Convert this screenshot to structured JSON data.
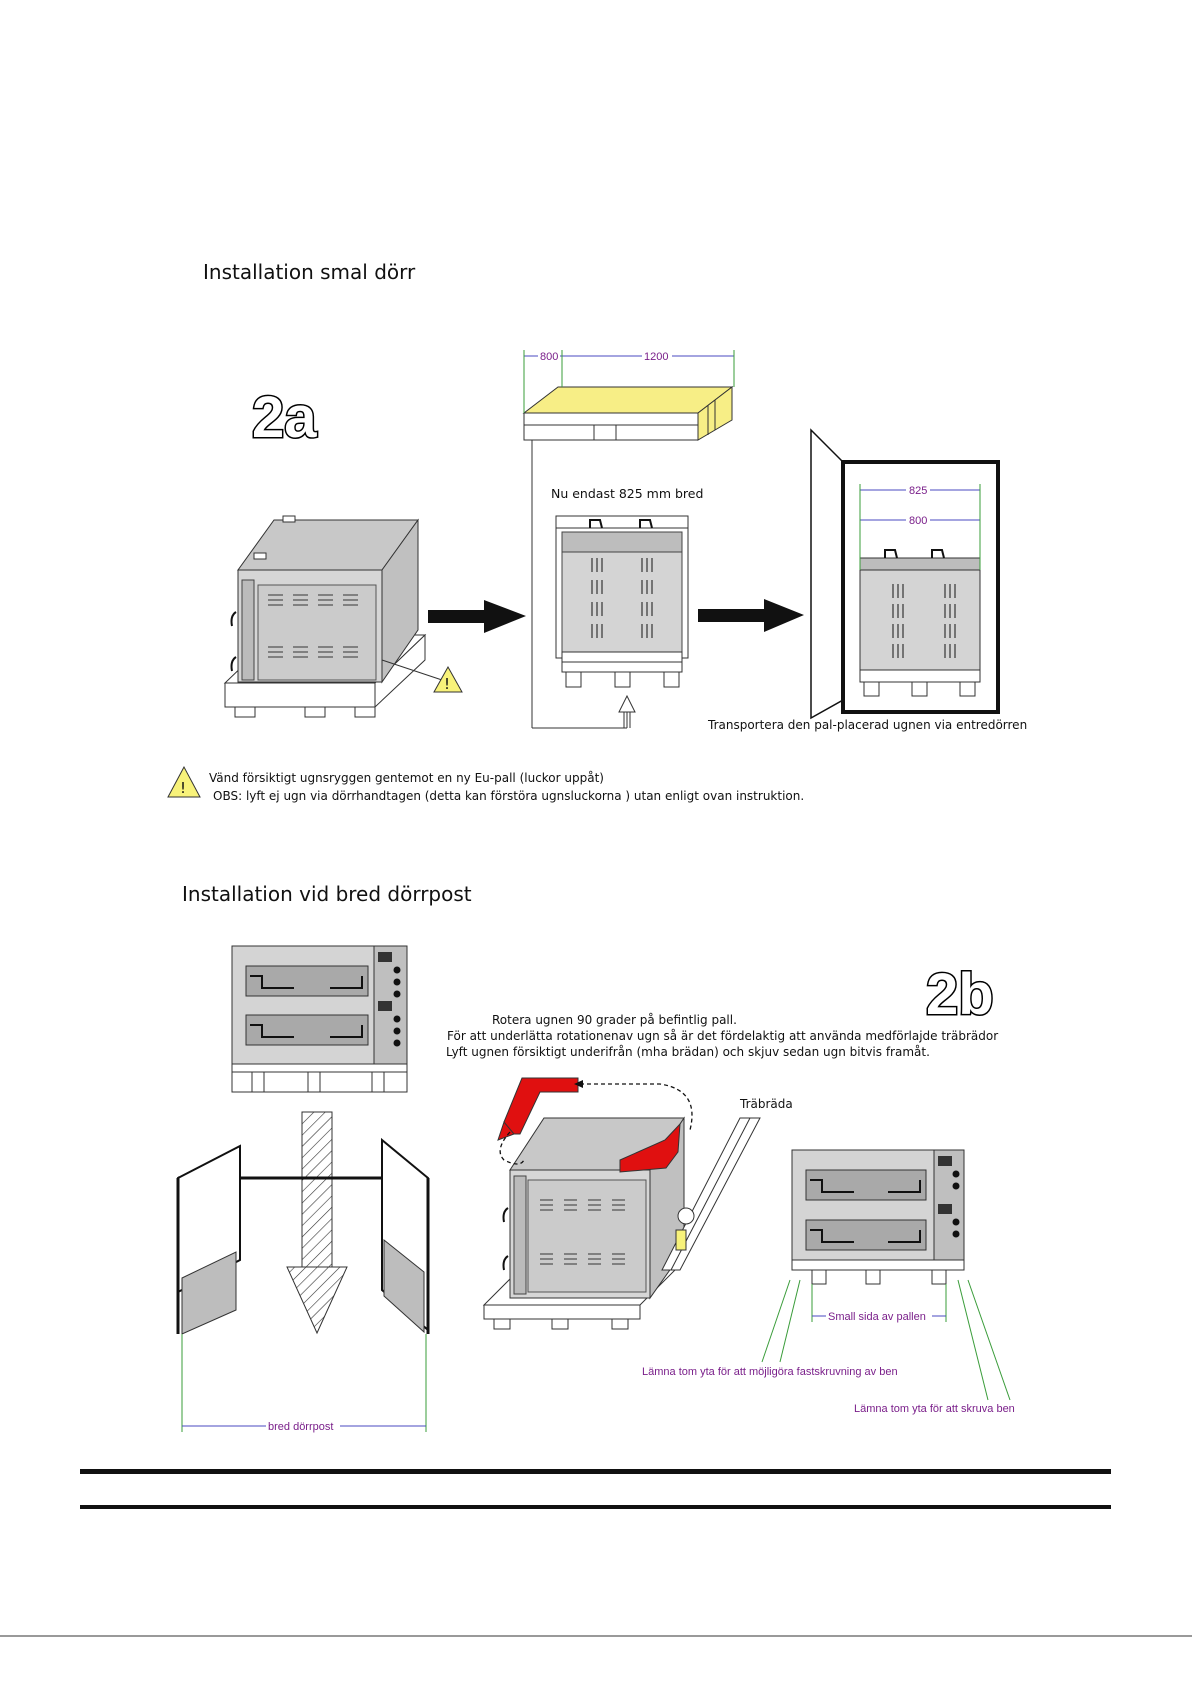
{
  "section_a": {
    "heading": "Installation smal dörr",
    "badge": "2a",
    "pallet_dim_short": "800",
    "pallet_dim_long": "1200",
    "narrow_note": "Nu endast 825 mm bred",
    "door_dim_outer": "825",
    "door_dim_inner": "800",
    "transport_note": "Transportera  den pal-placerad ugnen via entredörren",
    "warning_line1": "Vänd försiktigt ugnsryggen gentemot en ny Eu-pall (luckor uppåt)",
    "warning_line2": "OBS: lyft ej ugn via dörrhandtagen (detta kan förstöra ugnsluckorna ) utan enligt ovan instruktion.",
    "warning_symbol": "!"
  },
  "section_b": {
    "heading": "Installation vid bred dörrpost",
    "badge": "2b",
    "rotate_line1": "Rotera ugnen 90 grader på befintlig pall.",
    "rotate_line2": "För att underlätta  rotationenav ugn så är det fördelaktig att använda medförlajde träbrädor",
    "rotate_line3": "Lyft ugnen försiktigt underifrån (mha  brädan) och skjuv sedan ugn bitvis framåt.",
    "board_label": "Träbräda",
    "wide_door_label": "bred dörrpost",
    "small_side_label": "Small sida av pallen",
    "space_label_1": "Lämna tom yta för att möjligöra fastskruvning av ben",
    "space_label_2": "Lämna tom yta för att skruva  ben"
  },
  "colors": {
    "pallet_top": "#f7ee86",
    "red_arrow": "#e01010",
    "dimension": "#7a1f8a",
    "warning": "#f8f27a",
    "oven_body": "#d4d4d4"
  }
}
